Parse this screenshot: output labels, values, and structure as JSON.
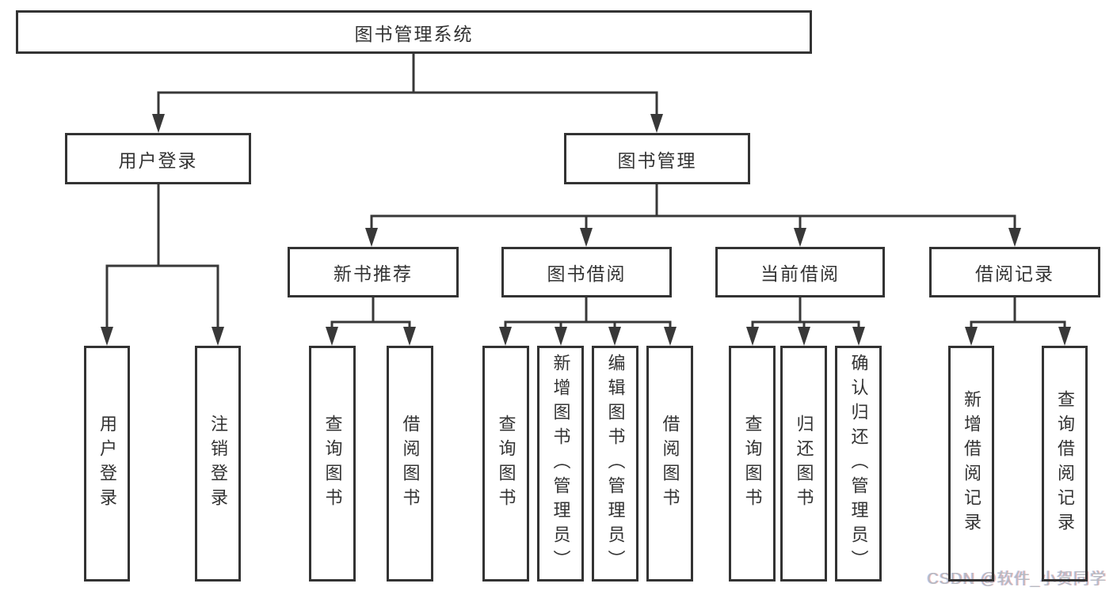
{
  "diagram": {
    "title": "图书管理系统",
    "root": {
      "label": "图书管理系统"
    },
    "level2": [
      {
        "label": "用户登录"
      },
      {
        "label": "图书管理"
      }
    ],
    "level3": [
      {
        "label": "新书推荐"
      },
      {
        "label": "图书借阅"
      },
      {
        "label": "当前借阅"
      },
      {
        "label": "借阅记录"
      }
    ],
    "leaves": [
      {
        "label": "用户登录"
      },
      {
        "label": "注销登录"
      },
      {
        "label": "查询图书"
      },
      {
        "label": "借阅图书"
      },
      {
        "label": "查询图书"
      },
      {
        "label": "新增图书（管理员）"
      },
      {
        "label": "编辑图书（管理员）"
      },
      {
        "label": "借阅图书"
      },
      {
        "label": "查询图书"
      },
      {
        "label": "归还图书"
      },
      {
        "label": "确认归还（管理员）"
      },
      {
        "label": "新增借阅记录"
      },
      {
        "label": "查询借阅记录"
      }
    ],
    "watermark": "CSDN @软件_小贺同学",
    "colors": {
      "line": "#383838",
      "border": "#333333",
      "text": "#333333",
      "watermark": "#b6bac1",
      "background": "#ffffff"
    }
  }
}
